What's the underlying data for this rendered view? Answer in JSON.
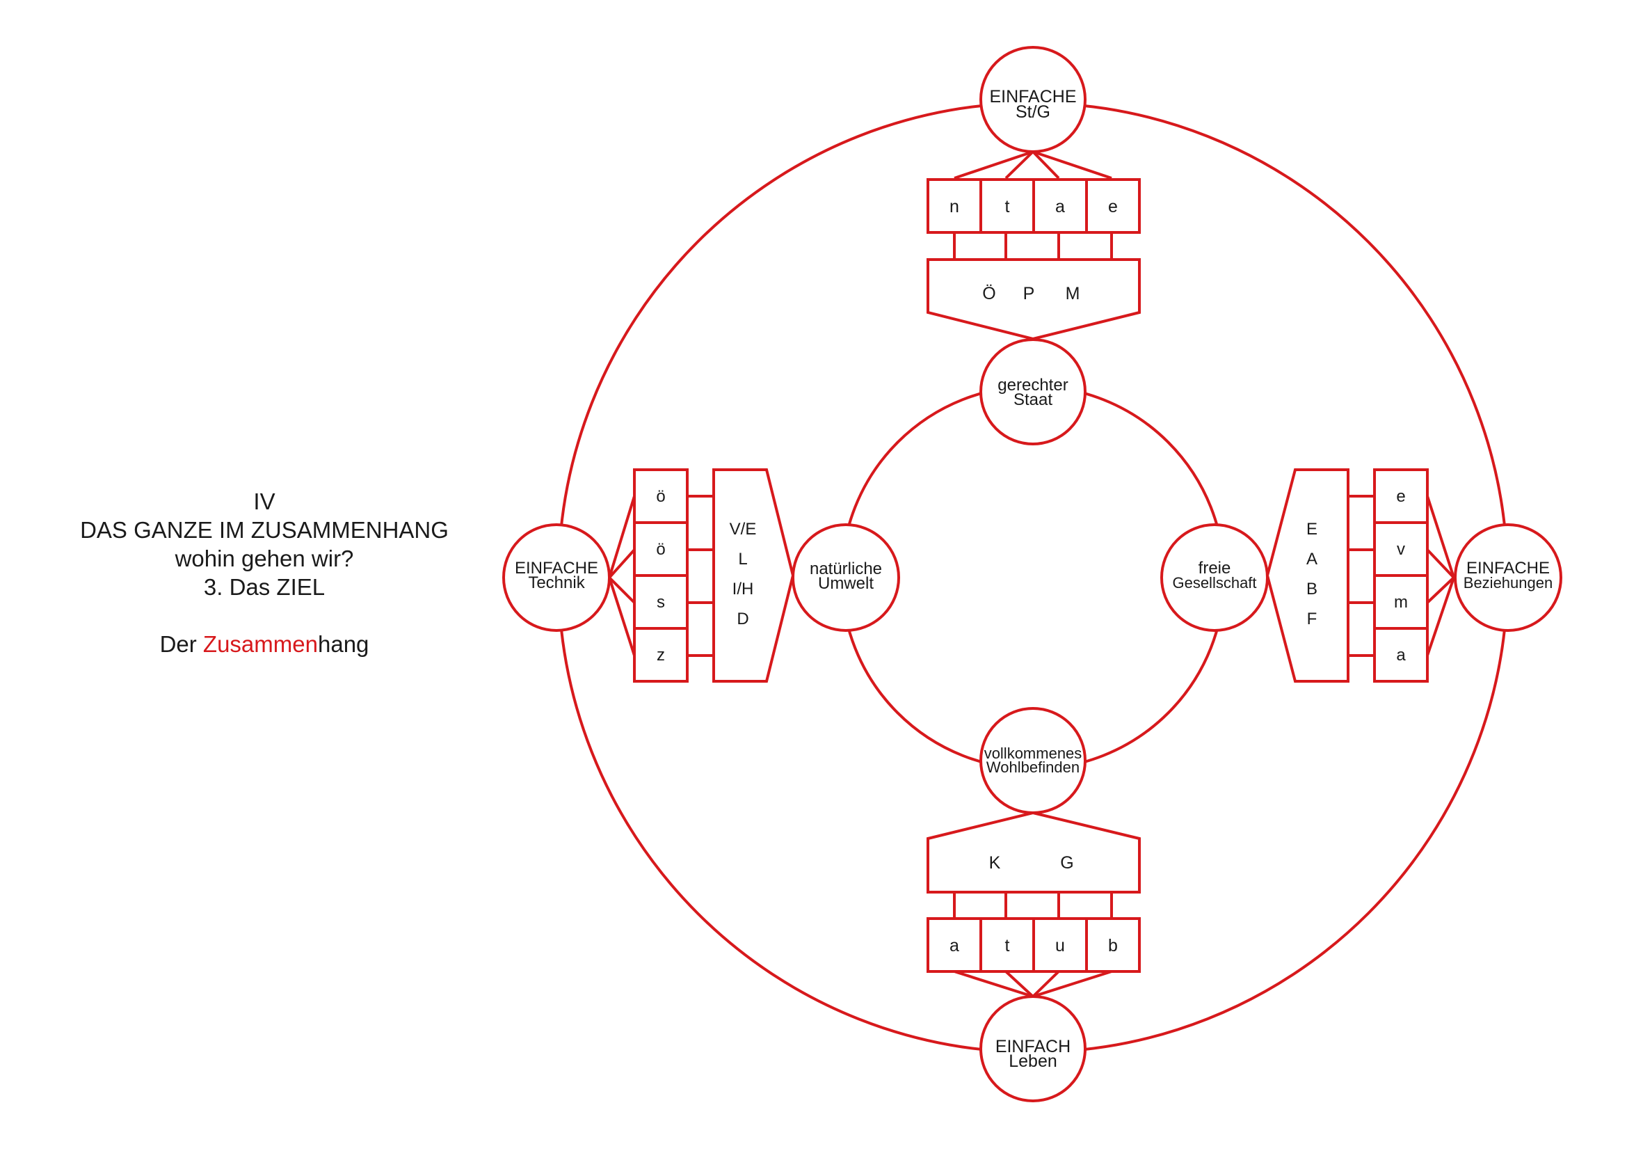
{
  "colors": {
    "line": "#d7191c",
    "text": "#1a1a1a",
    "accent": "#d7191c"
  },
  "title": {
    "lines": [
      "IV",
      "DAS GANZE IM ZUSAMMENHANG",
      "wohin gehen wir?",
      "3. Das ZIEL"
    ],
    "subtitle_prefix": "Der ",
    "subtitle_highlight": "Zusammen",
    "subtitle_suffix": "hang"
  },
  "nodes": {
    "top": [
      "EINFACHE",
      "St/G"
    ],
    "bottom": [
      "EINFACH",
      "Leben"
    ],
    "left": [
      "EINFACHE",
      "Technik"
    ],
    "right": [
      "EINFACHE",
      "Beziehungen"
    ],
    "inner_top": [
      "gerechter",
      "Staat"
    ],
    "inner_bottom": [
      "vollkommenes",
      "Wohlbefinden"
    ],
    "inner_left": [
      "natürliche",
      "Umwelt"
    ],
    "inner_right": [
      "freie",
      "Gesellschaft"
    ]
  },
  "boxes": {
    "top_cells": [
      "n",
      "t",
      "a",
      "e"
    ],
    "top_bar": [
      "Ö",
      "P",
      "M"
    ],
    "bottom_cells": [
      "a",
      "t",
      "u",
      "b"
    ],
    "bottom_bar": [
      "K",
      "G"
    ],
    "left_cells": [
      "ö",
      "ö",
      "s",
      "z"
    ],
    "left_bar": [
      "V/E",
      "L",
      "I/H",
      "D"
    ],
    "right_cells": [
      "e",
      "v",
      "m",
      "a"
    ],
    "right_bar": [
      "E",
      "A",
      "B",
      "F"
    ]
  }
}
